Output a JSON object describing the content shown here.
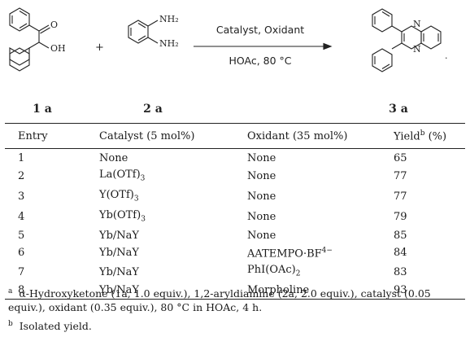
{
  "scheme": {
    "reagent_a_label": "1 a",
    "reagent_b_label": "2 a",
    "product_label": "3 a",
    "plus": "+",
    "conditions_top": "Catalyst, Oxidant",
    "conditions_bottom": "HOAc, 80 °C",
    "atom_o": "O",
    "atom_oh": "OH",
    "atom_nh2_top": "NH₂",
    "atom_nh2_bottom": "NH₂",
    "atom_n_top": "N",
    "atom_n_bottom": "N",
    "trailing_period": "."
  },
  "table": {
    "headers": [
      "Entry",
      "Catalyst (5 mol%)",
      "Oxidant (35 mol%)",
      "Yield"
    ],
    "yield_sup": "b",
    "yield_unit": " (%)",
    "rows": [
      {
        "entry": "1",
        "catalyst": "None",
        "oxidant": "None",
        "yield": "65"
      },
      {
        "entry": "2",
        "catalyst": "La(OTf)",
        "catalyst_sub": "3",
        "oxidant": "None",
        "yield": "77"
      },
      {
        "entry": "3",
        "catalyst": "Y(OTf)",
        "catalyst_sub": "3",
        "oxidant": "None",
        "yield": "77"
      },
      {
        "entry": "4",
        "catalyst": "Yb(OTf)",
        "catalyst_sub": "3",
        "oxidant": "None",
        "yield": "79"
      },
      {
        "entry": "5",
        "catalyst": "Yb/NaY",
        "oxidant": "None",
        "yield": "85"
      },
      {
        "entry": "6",
        "catalyst": "Yb/NaY",
        "oxidant": "AATEMPO·BF",
        "oxidant_sup": "4−",
        "yield": "84"
      },
      {
        "entry": "7",
        "catalyst": "Yb/NaY",
        "oxidant": "PhI(OAc)",
        "oxidant_sub": "2",
        "yield": "83"
      },
      {
        "entry": "8",
        "catalyst": "Yb/NaY",
        "oxidant": "Morpholine",
        "yield": "93"
      }
    ]
  },
  "footnotes": {
    "a_mark": "a",
    "a_text": "α-Hydroxyketone (1a, 1.0 equiv.), 1,2-aryldiamine (2a, 2.0 equiv.), catalyst (0.05 equiv.), oxidant (0.35 equiv.), 80 °C in HOAc, 4 h.",
    "b_mark": "b",
    "b_text": "Isolated yield."
  }
}
